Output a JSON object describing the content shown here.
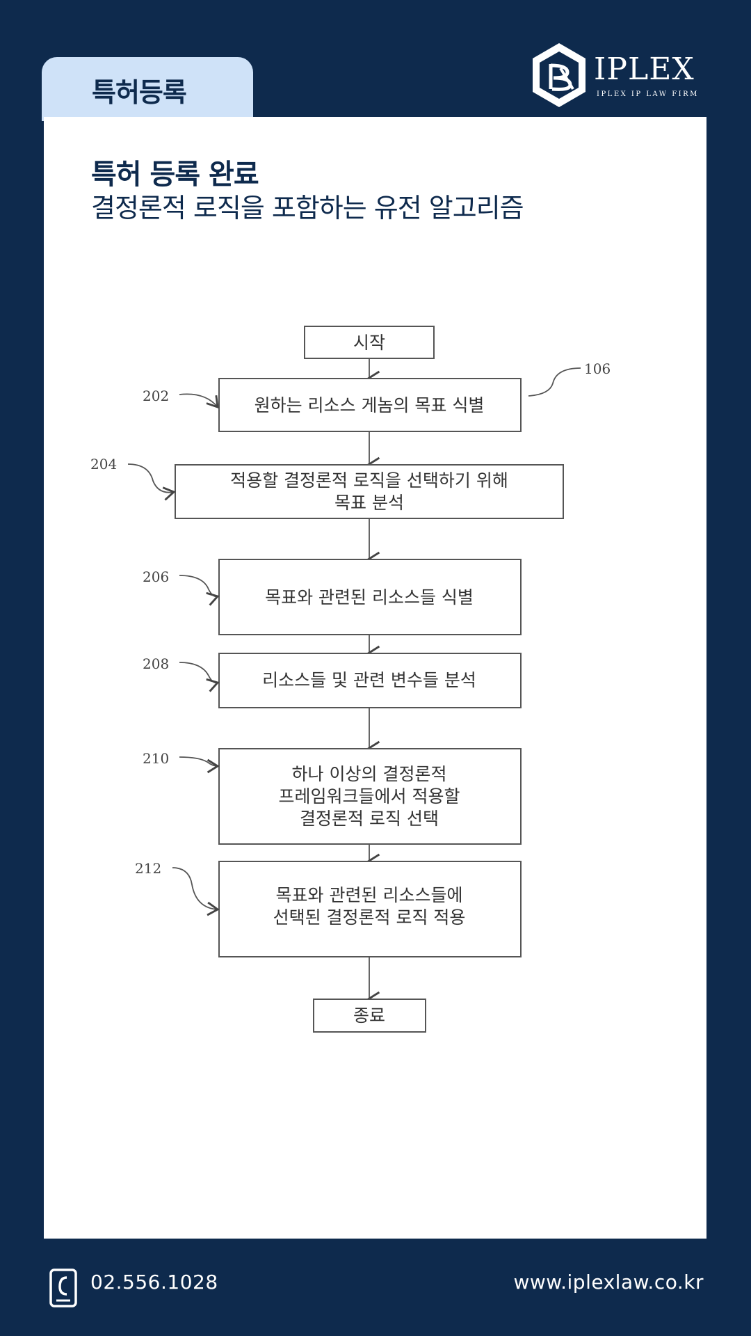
{
  "header": {
    "tab_label": "특허등록",
    "logo_word": "IPLEX",
    "logo_tagline": "IPLEX IP LAW FIRM"
  },
  "content": {
    "title": "특허 등록 완료",
    "subtitle": "결정론적 로직을 포함하는 유전 알고리즘"
  },
  "diagram": {
    "figure_ref": "106",
    "start": "시작",
    "end": "종료",
    "steps": [
      {
        "ref": "202",
        "lines": [
          "원하는 리소스 게놈의 목표 식별"
        ]
      },
      {
        "ref": "204",
        "lines": [
          "적용할 결정론적 로직을 선택하기 위해",
          "목표 분석"
        ]
      },
      {
        "ref": "206",
        "lines": [
          "목표와 관련된 리소스들 식별"
        ]
      },
      {
        "ref": "208",
        "lines": [
          "리소스들 및 관련 변수들 분석"
        ]
      },
      {
        "ref": "210",
        "lines": [
          "하나 이상의 결정론적",
          "프레임워크들에서 적용할",
          "결정론적 로직 선택"
        ]
      },
      {
        "ref": "212",
        "lines": [
          "목표와 관련된 리소스들에",
          "선택된 결정론적 로직 적용"
        ]
      }
    ]
  },
  "footer": {
    "phone": "02.556.1028",
    "website": "www.iplexlaw.co.kr"
  },
  "colors": {
    "navy": "#0e2a4d",
    "tab_blue": "#cfe2f8",
    "card": "#ffffff"
  }
}
